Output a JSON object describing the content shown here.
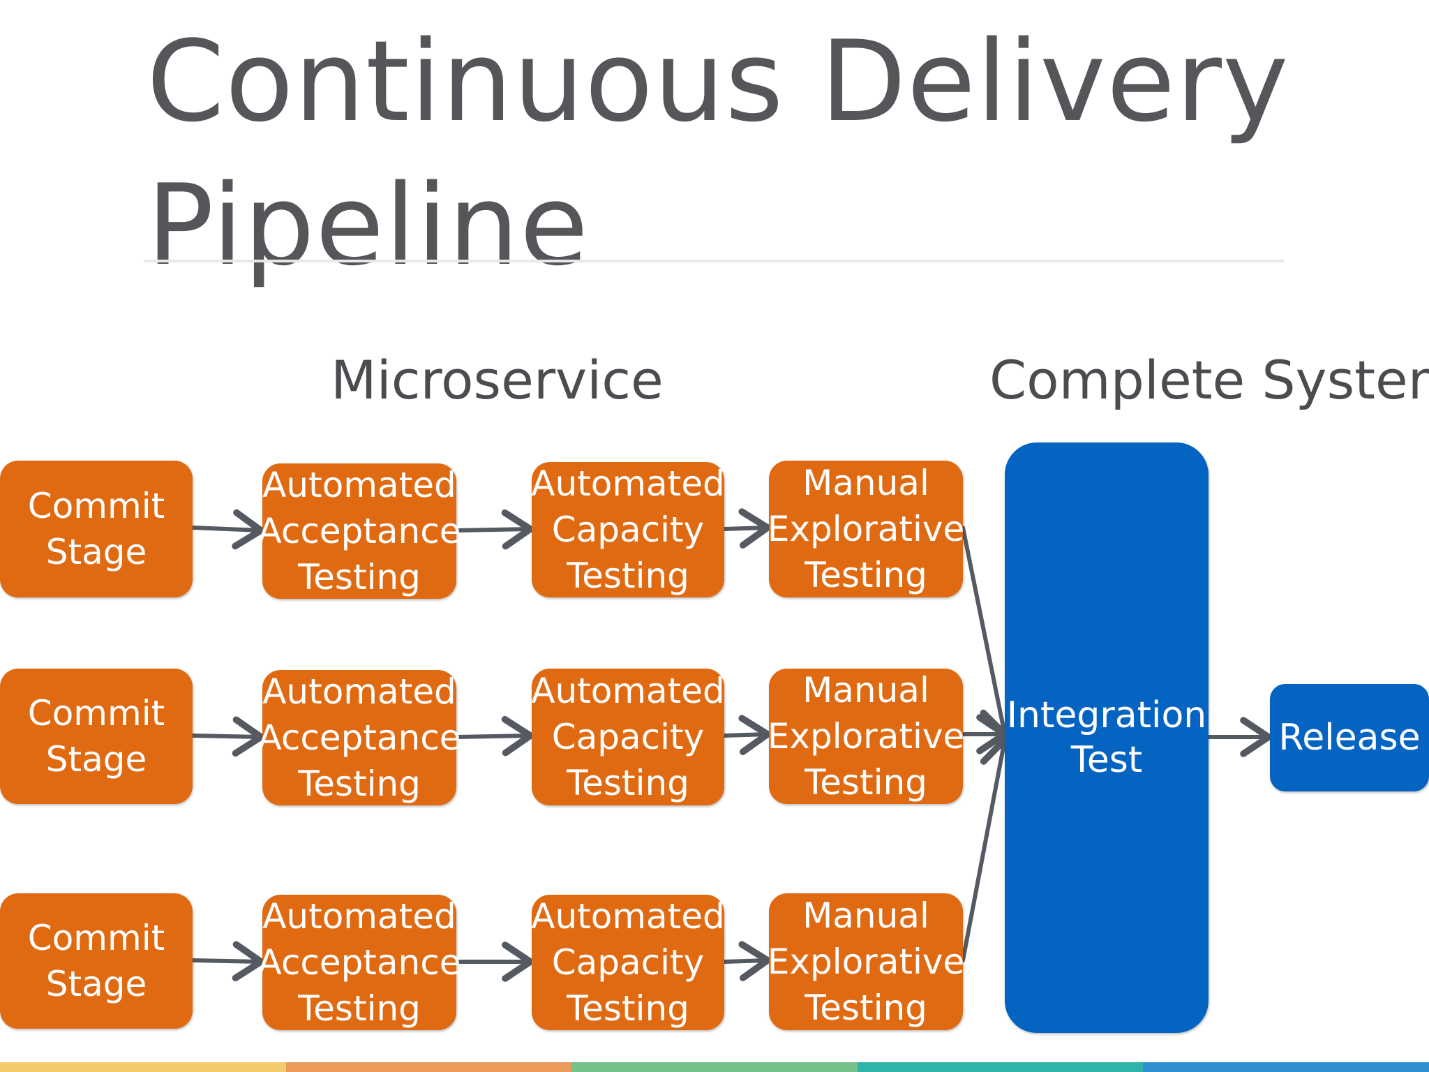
{
  "title": {
    "line1": "Continuous Delivery",
    "line2": "Pipeline"
  },
  "sections": {
    "microservice": "Microservice",
    "complete_system": "Complete System"
  },
  "pipelines": [
    {
      "commit": [
        "Commit",
        "Stage"
      ],
      "acceptance": [
        "Automated",
        "Acceptance",
        "Testing"
      ],
      "capacity": [
        "Automated",
        "Capacity",
        "Testing"
      ],
      "manual": [
        "Manual",
        "Explorative",
        "Testing"
      ]
    },
    {
      "commit": [
        "Commit",
        "Stage"
      ],
      "acceptance": [
        "Automated",
        "Acceptance",
        "Testing"
      ],
      "capacity": [
        "Automated",
        "Capacity",
        "Testing"
      ],
      "manual": [
        "Manual",
        "Explorative",
        "Testing"
      ]
    },
    {
      "commit": [
        "Commit",
        "Stage"
      ],
      "acceptance": [
        "Automated",
        "Acceptance",
        "Testing"
      ],
      "capacity": [
        "Automated",
        "Capacity",
        "Testing"
      ],
      "manual": [
        "Manual",
        "Explorative",
        "Testing"
      ]
    }
  ],
  "integration": [
    "Integration",
    "Test"
  ],
  "release": "Release",
  "colors": {
    "stage_orange": "#e06a12",
    "system_blue": "#0563c1",
    "arrow_gray": "#555a62",
    "title_gray": "#555659",
    "footer": [
      "#f2cc6b",
      "#eb9a5a",
      "#76c08a",
      "#30b3a8",
      "#2f8fd0"
    ]
  }
}
